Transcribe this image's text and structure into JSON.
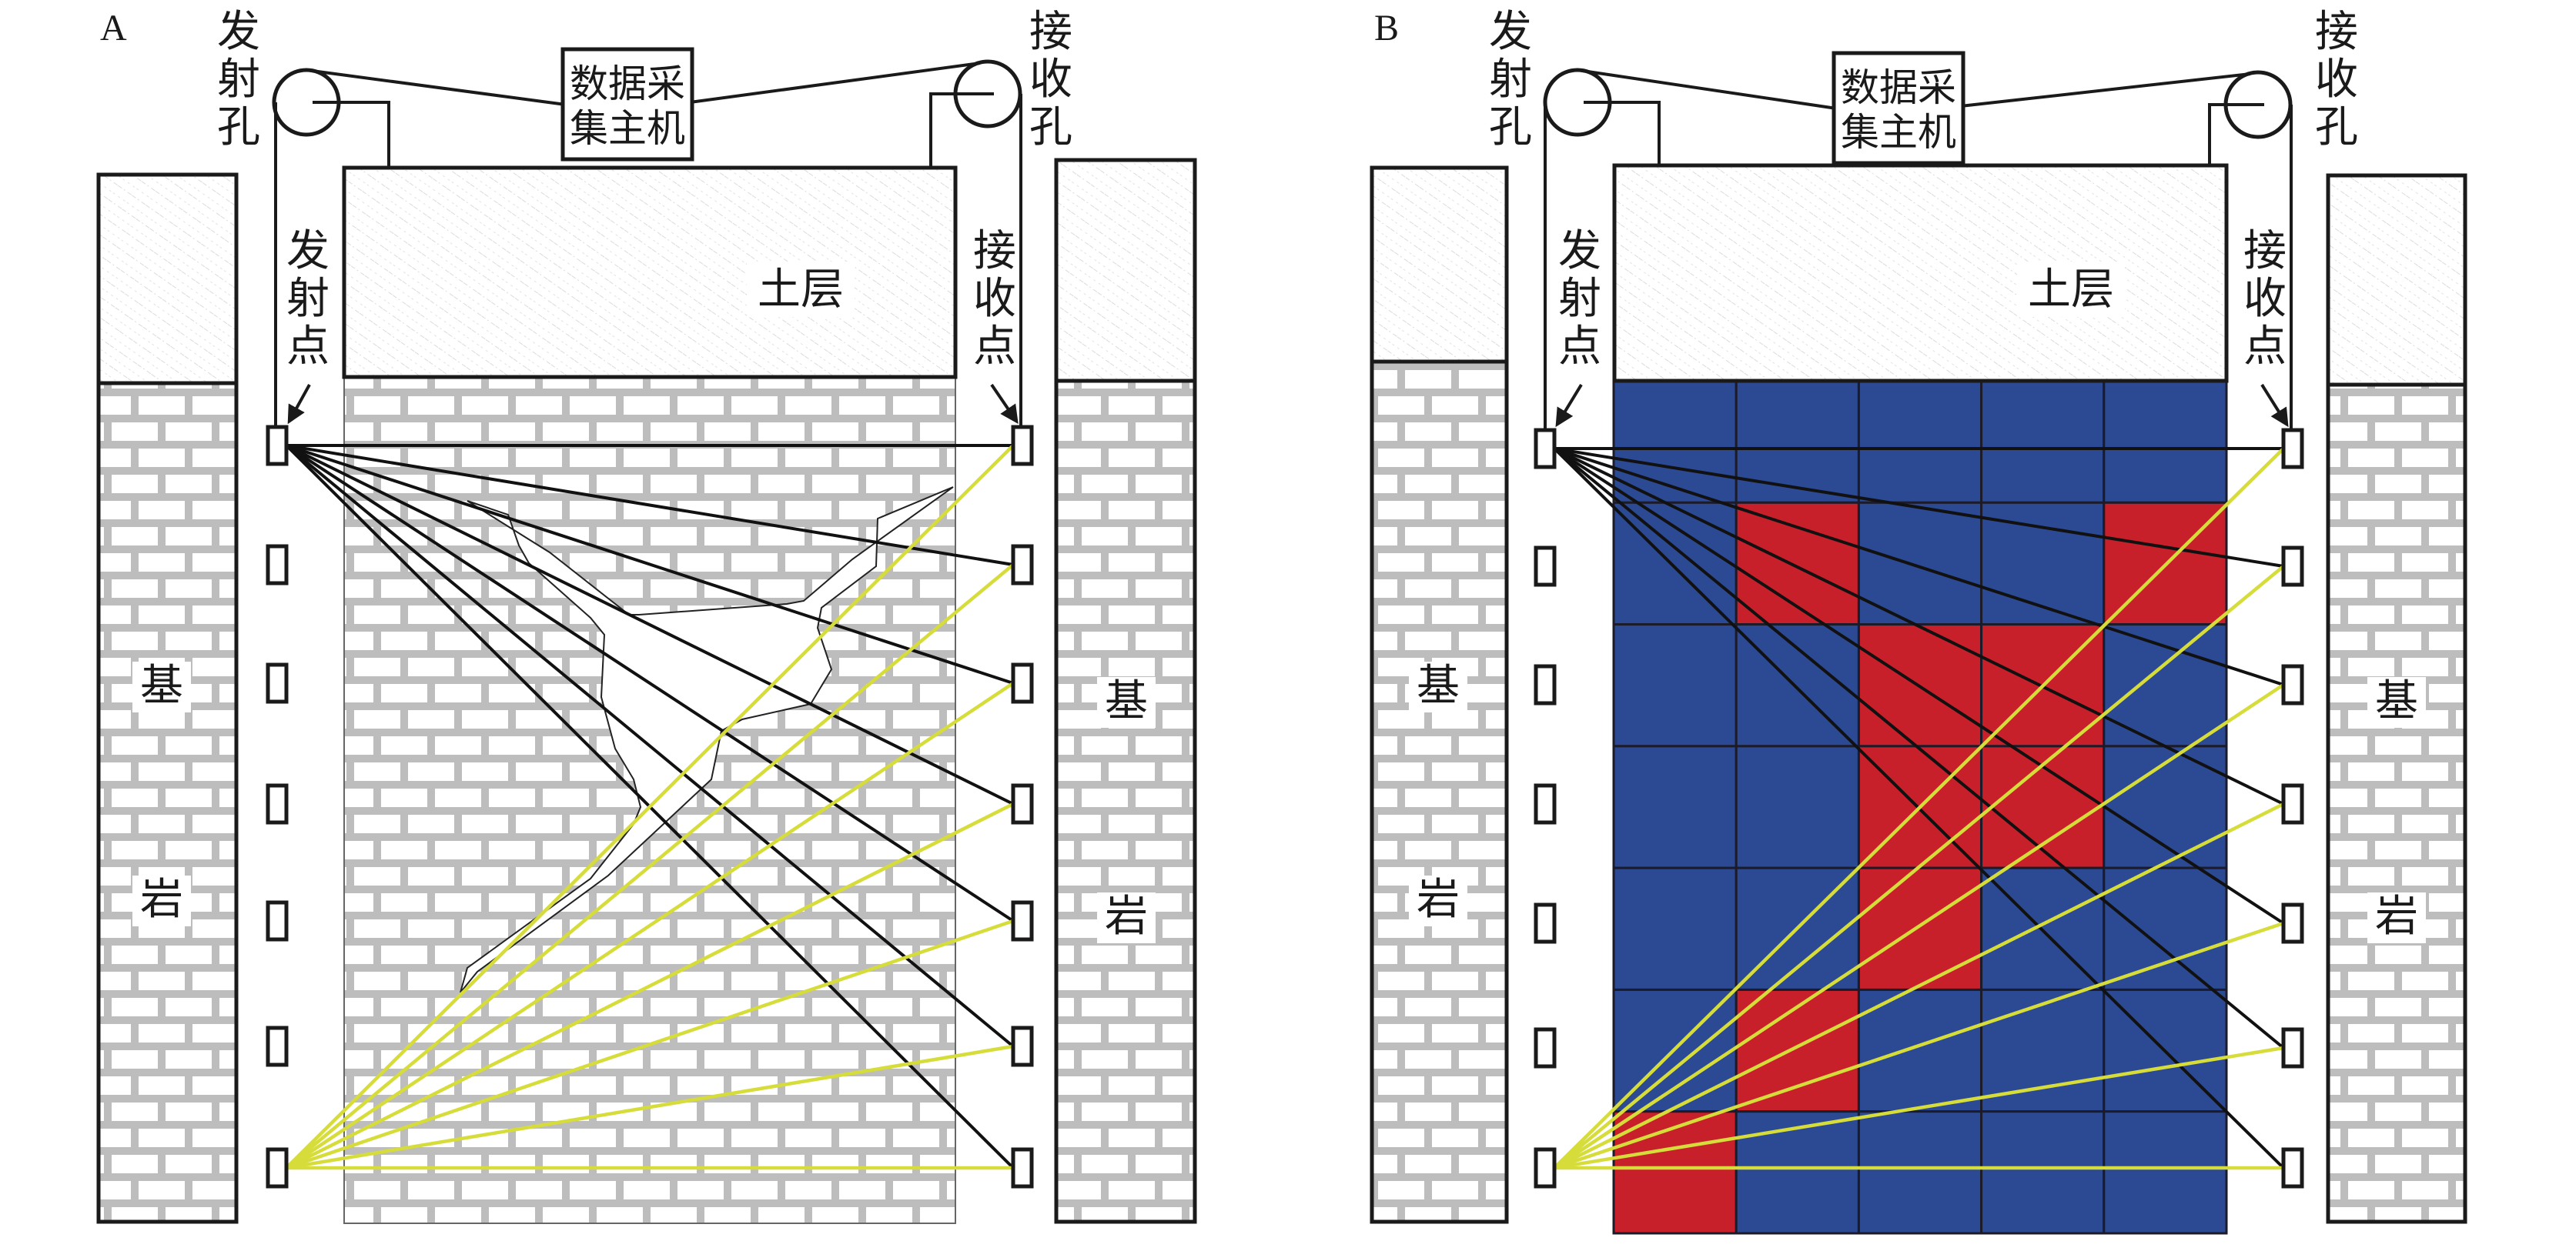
{
  "figure": {
    "panels": [
      {
        "id": "A",
        "label": "A",
        "emit_hole_label": [
          "发",
          "射",
          "孔"
        ],
        "receive_hole_label": [
          "接",
          "收",
          "孔"
        ],
        "host_label": [
          "数据采",
          "集主机"
        ],
        "emit_point_label": [
          "发",
          "射",
          "点"
        ],
        "receive_point_label": [
          "接",
          "收",
          "点"
        ],
        "soil_label": "土层",
        "bedrock_left_label": [
          "基",
          "岩"
        ],
        "bedrock_right_label": [
          "基",
          "岩"
        ],
        "middle_fill": "brick-with-fracture"
      },
      {
        "id": "B",
        "label": "B",
        "emit_hole_label": [
          "发",
          "射",
          "孔"
        ],
        "receive_hole_label": [
          "接",
          "收",
          "孔"
        ],
        "host_label": [
          "数据采",
          "集主机"
        ],
        "emit_point_label": [
          "发",
          "射",
          "点"
        ],
        "receive_point_label": [
          "接",
          "收",
          "点"
        ],
        "soil_label": "土层",
        "bedrock_left_label": [
          "基",
          "岩"
        ],
        "bedrock_right_label": [
          "基",
          "岩"
        ],
        "middle_fill": "tomography-grid"
      }
    ],
    "sensor_count_per_hole": 7,
    "rays": {
      "from_top_emitter": "black",
      "from_bottom_emitter": "yellow"
    },
    "tomography_grid": {
      "rows": 7,
      "cols": 5,
      "anomaly_cells": [
        [
          1,
          1
        ],
        [
          1,
          4
        ],
        [
          2,
          2
        ],
        [
          2,
          3
        ],
        [
          3,
          2
        ],
        [
          3,
          3
        ],
        [
          4,
          2
        ],
        [
          5,
          1
        ],
        [
          6,
          0
        ]
      ]
    },
    "colors": {
      "normal_cell": "#2c4a94",
      "anomaly_cell": "#c8202a",
      "ray_black": "#111111",
      "ray_yellow": "#d6dc3a",
      "brick_mortar": "#bdbdbd",
      "outline": "#1a1a1a"
    }
  }
}
